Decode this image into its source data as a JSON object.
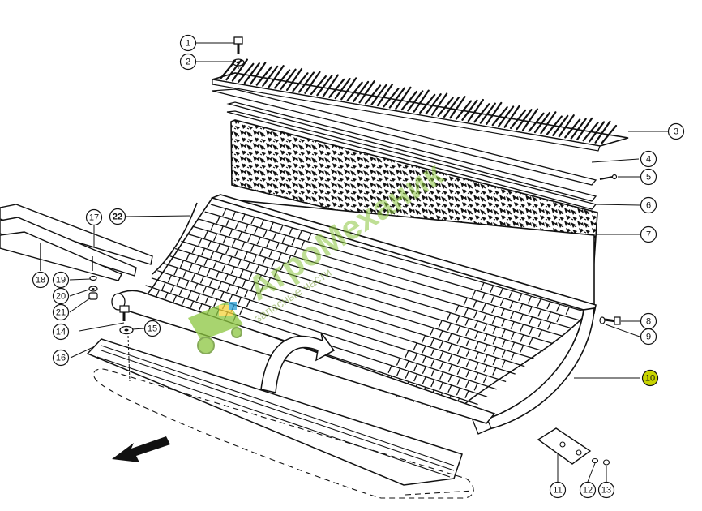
{
  "callouts": [
    {
      "num": "1"
    },
    {
      "num": "2"
    },
    {
      "num": "3"
    },
    {
      "num": "4"
    },
    {
      "num": "5"
    },
    {
      "num": "6"
    },
    {
      "num": "7"
    },
    {
      "num": "8"
    },
    {
      "num": "9"
    },
    {
      "num": "10"
    },
    {
      "num": "11"
    },
    {
      "num": "12"
    },
    {
      "num": "13"
    },
    {
      "num": "14"
    },
    {
      "num": "15"
    },
    {
      "num": "16"
    },
    {
      "num": "17"
    },
    {
      "num": "18"
    },
    {
      "num": "19"
    },
    {
      "num": "20"
    },
    {
      "num": "21"
    },
    {
      "num": "22"
    }
  ],
  "highlight": {
    "num": "10",
    "color": "#c8d400"
  },
  "watermark": {
    "brand": "АгроМеханик",
    "tagline": "запасные части",
    "color": "#8cc63f"
  }
}
